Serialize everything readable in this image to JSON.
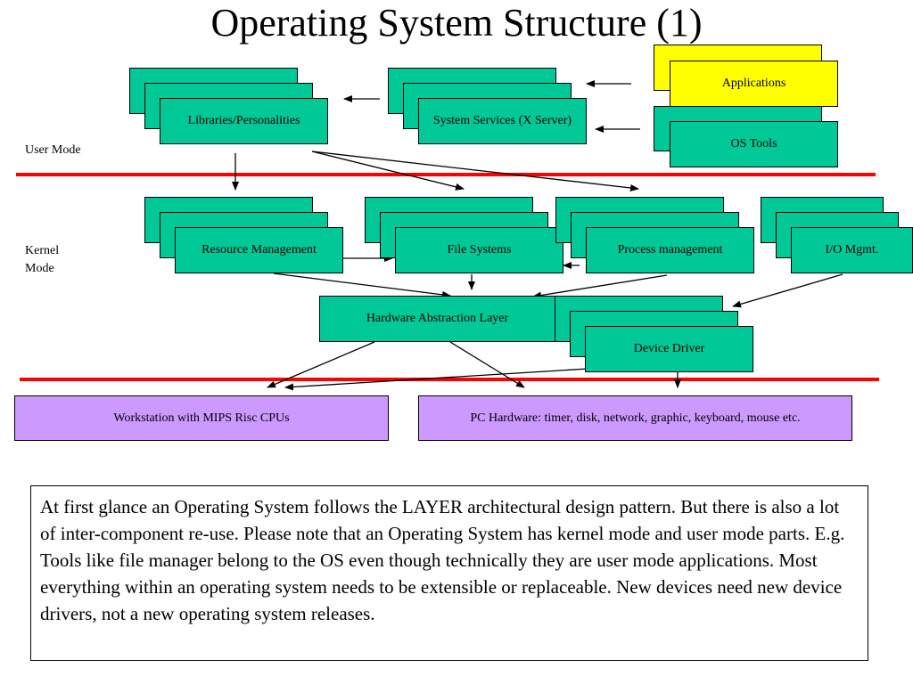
{
  "title": "Operating System Structure (1)",
  "modes": {
    "user": "User Mode",
    "kernel": "Kernel\nMode"
  },
  "boxes": {
    "applications": "Applications",
    "os_tools": "OS Tools",
    "libraries": "Libraries/Personalities",
    "system_services": "System Services (X Server)",
    "resource_management": "Resource Management",
    "file_systems": "File Systems",
    "process_management": "Process management",
    "io_mgmt": "I/O Mgmt.",
    "hal": "Hardware Abstraction Layer",
    "device_driver": "Device Driver",
    "workstation": "Workstation with MIPS Risc CPUs",
    "pc_hardware": "PC Hardware: timer, disk, network, graphic, keyboard, mouse etc."
  },
  "note": "At first glance an Operating System follows the LAYER architectural design pattern. But there is also a lot of inter-component re-use. Please note that an Operating System has kernel mode and user mode parts. E.g. Tools like file manager belong to the OS even though technically they are user mode applications. Most everything within an operating system needs to be extensible or replaceable. New devices need new device drivers, not a new operating system releases.",
  "colors": {
    "component": "#00c896",
    "application": "#ffff00",
    "hardware": "#cc99ff",
    "boundary": "#ff0000"
  }
}
